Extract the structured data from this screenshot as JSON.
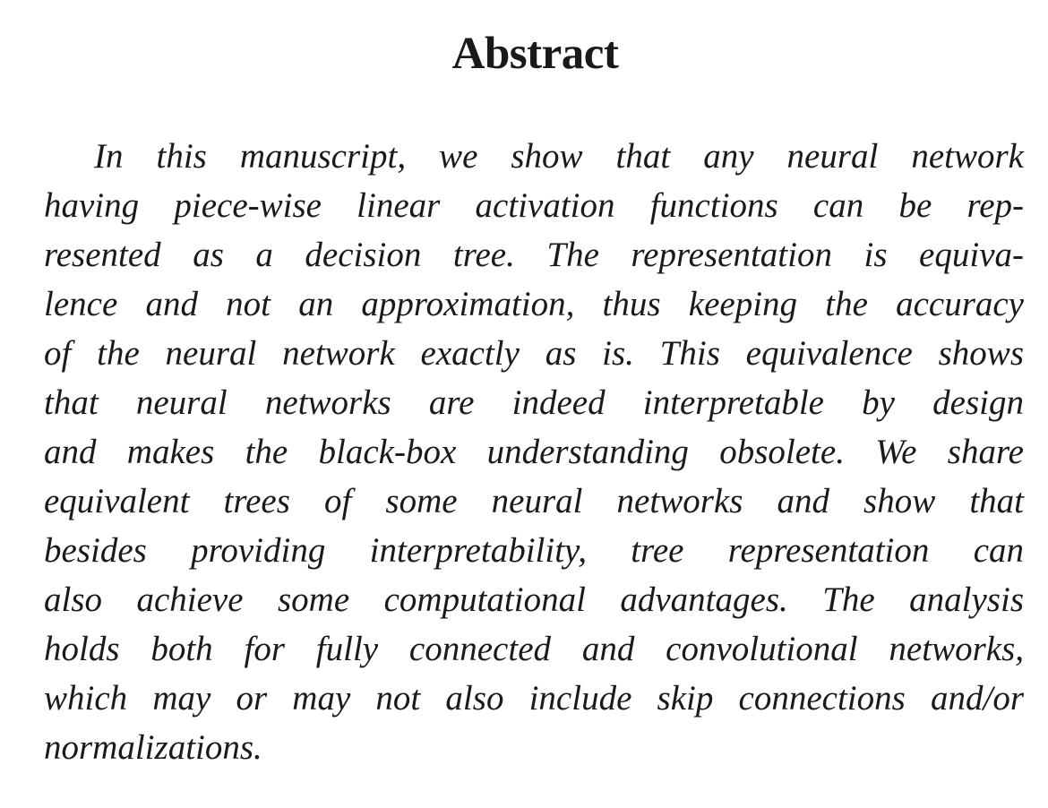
{
  "abstract": {
    "heading": "Abstract",
    "lines": [
      "In this manuscript, we show that any neural network",
      "having piece-wise linear activation functions can be rep-",
      "resented as a decision tree. The representation is equiva-",
      "lence and not an approximation, thus keeping the accuracy",
      "of the neural network exactly as is. This equivalence shows",
      "that neural networks are indeed interpretable by design",
      "and makes the black-box understanding obsolete. We share",
      "equivalent trees of some neural networks and show that",
      "besides providing interpretability, tree representation can",
      "also achieve some computational advantages. The analysis",
      "holds both for fully connected and convolutional networks,",
      "which may or may not also include skip connections and/or",
      "normalizations."
    ]
  }
}
